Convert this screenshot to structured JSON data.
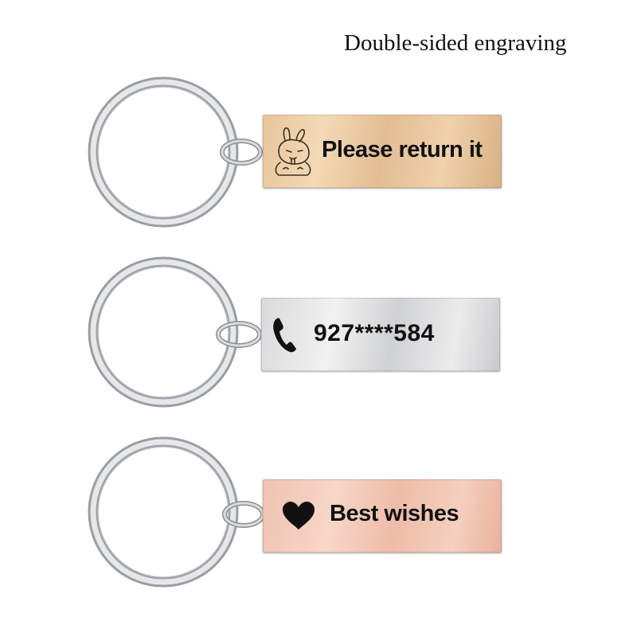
{
  "headline": "Double-sided engraving",
  "colors": {
    "gold": "#e7c59c",
    "silver": "#e0e1e2",
    "rose_gold": "#f0c3b1",
    "engraving": "#111111"
  },
  "keychains": [
    {
      "finish": "gold",
      "icon": "cartoon-bunny-icon",
      "text": "Please return it"
    },
    {
      "finish": "silver",
      "icon": "phone-handset-icon",
      "text": "927****584"
    },
    {
      "finish": "rose-gold",
      "icon": "heart-icon",
      "text": "Best wishes"
    }
  ]
}
